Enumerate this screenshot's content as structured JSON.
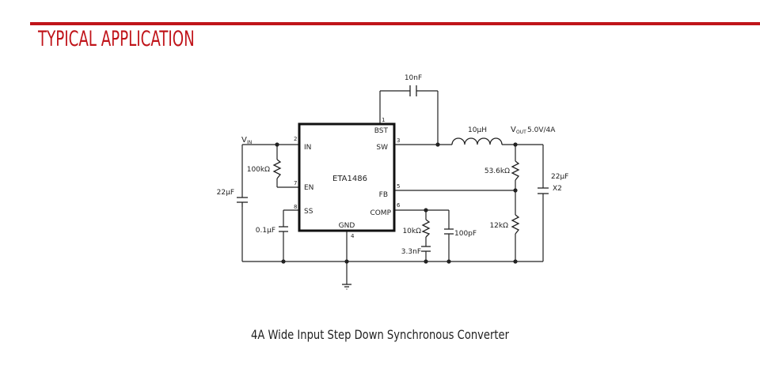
{
  "header": {
    "title": "TYPICAL APPLICATION",
    "accent_color": "#c0141a"
  },
  "schematic": {
    "ic": {
      "name": "ETA1486",
      "pins": [
        {
          "number": "2",
          "label": "IN"
        },
        {
          "number": "7",
          "label": "EN"
        },
        {
          "number": "8",
          "label": "SS"
        },
        {
          "number": "1",
          "label": "BST"
        },
        {
          "number": "3",
          "label": "SW"
        },
        {
          "number": "5",
          "label": "FB"
        },
        {
          "number": "6",
          "label": "COMP"
        },
        {
          "number": "4",
          "label": "GND"
        }
      ]
    },
    "components": {
      "bst_cap": "10nF",
      "inductor": "10µH",
      "r_en": "100kΩ",
      "c_in": "22µF",
      "c_ss": "0.1µF",
      "r_comp": "10kΩ",
      "c_comp": "3.3nF",
      "c_comp2": "100pF",
      "r_top": "53.6kΩ",
      "r_bottom": "12kΩ",
      "c_out": "22µF",
      "c_out_qty": "X2"
    },
    "nets": {
      "vin_main": "V",
      "vin_sub": "IN",
      "vout_main": "V",
      "vout_sub": "OUT",
      "vout_spec": "5.0V/4A"
    }
  },
  "caption": "4A Wide Input Step Down Synchronous Converter"
}
